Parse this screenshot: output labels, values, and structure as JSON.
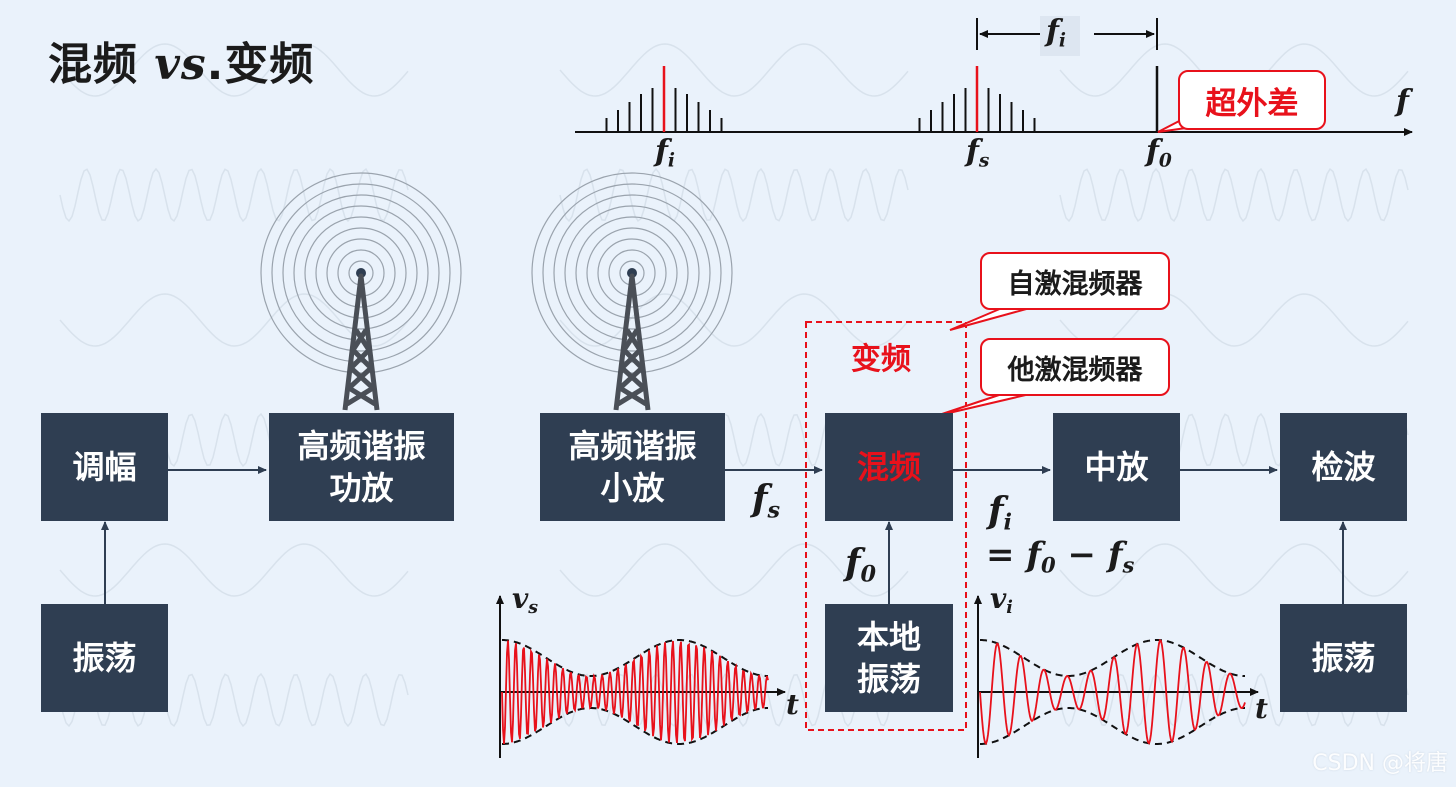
{
  "title": {
    "prefix": "混频 ",
    "vs": "vs",
    "suffix": ".变频"
  },
  "colors": {
    "box": "#2f3e52",
    "accent": "#e8111b",
    "background": "#eaf2fb",
    "line": "#2f3e52"
  },
  "icons": [
    "antenna-tower-icon",
    "antenna-tower-icon"
  ],
  "spectrum": {
    "axis_label": "f",
    "markers": [
      {
        "main": "f",
        "sub": "i"
      },
      {
        "main": "f",
        "sub": "s"
      },
      {
        "main": "f",
        "sub": "0"
      }
    ],
    "spacing_label": {
      "main": "f",
      "sub": "i"
    },
    "callout": "超外差"
  },
  "transmitter": {
    "modulation": "调幅",
    "hf_power_amp": [
      "高频谐振",
      "功放"
    ],
    "oscillator": "振荡"
  },
  "receiver": {
    "hf_small_amp": [
      "高频谐振",
      "小放"
    ],
    "mixer": "混频",
    "if_amp": "中放",
    "detector": "检波",
    "local_osc": [
      "本地",
      "振荡"
    ],
    "oscillator": "振荡",
    "conversion_label": "变频",
    "callout_self": "自激混频器",
    "callout_other": "他激混频器"
  },
  "labels": {
    "fs": {
      "main": "f",
      "sub": "s"
    },
    "f0": {
      "main": "f",
      "sub": "0"
    },
    "fi": {
      "main": "f",
      "sub": "i"
    },
    "fi_equation": {
      "eq": "= ",
      "a": "f",
      "a_sub": "0",
      "minus": " − ",
      "b": "f",
      "b_sub": "s"
    }
  },
  "waveforms": {
    "input": {
      "y_label": {
        "main": "v",
        "sub": "s"
      },
      "x_label": "t"
    },
    "output": {
      "y_label": {
        "main": "v",
        "sub": "i"
      },
      "x_label": "t"
    }
  },
  "watermark": "CSDN @将唐"
}
